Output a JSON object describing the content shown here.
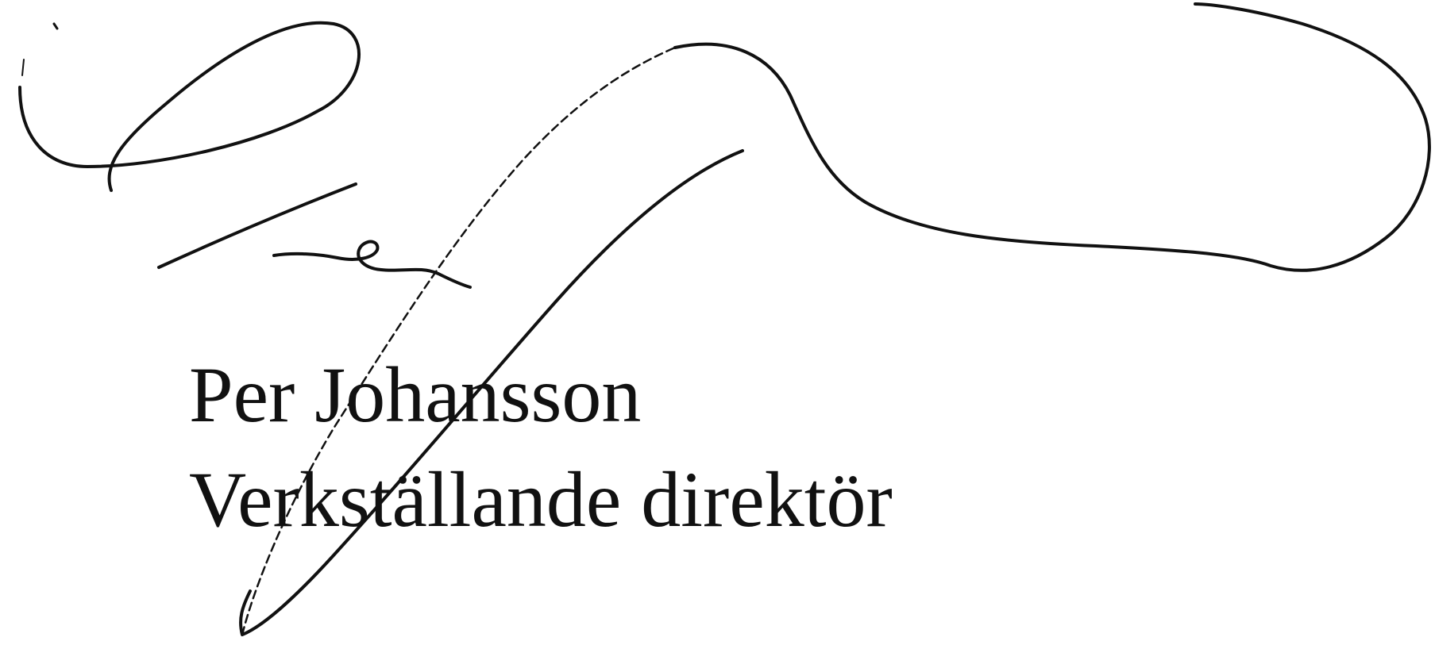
{
  "signatory": {
    "name": "Per Johansson",
    "title": "Verkställande direktör"
  },
  "signature": {
    "type": "handwritten-signature",
    "ink_color": "#111111"
  },
  "colors": {
    "background": "#ffffff",
    "text": "#111111"
  }
}
